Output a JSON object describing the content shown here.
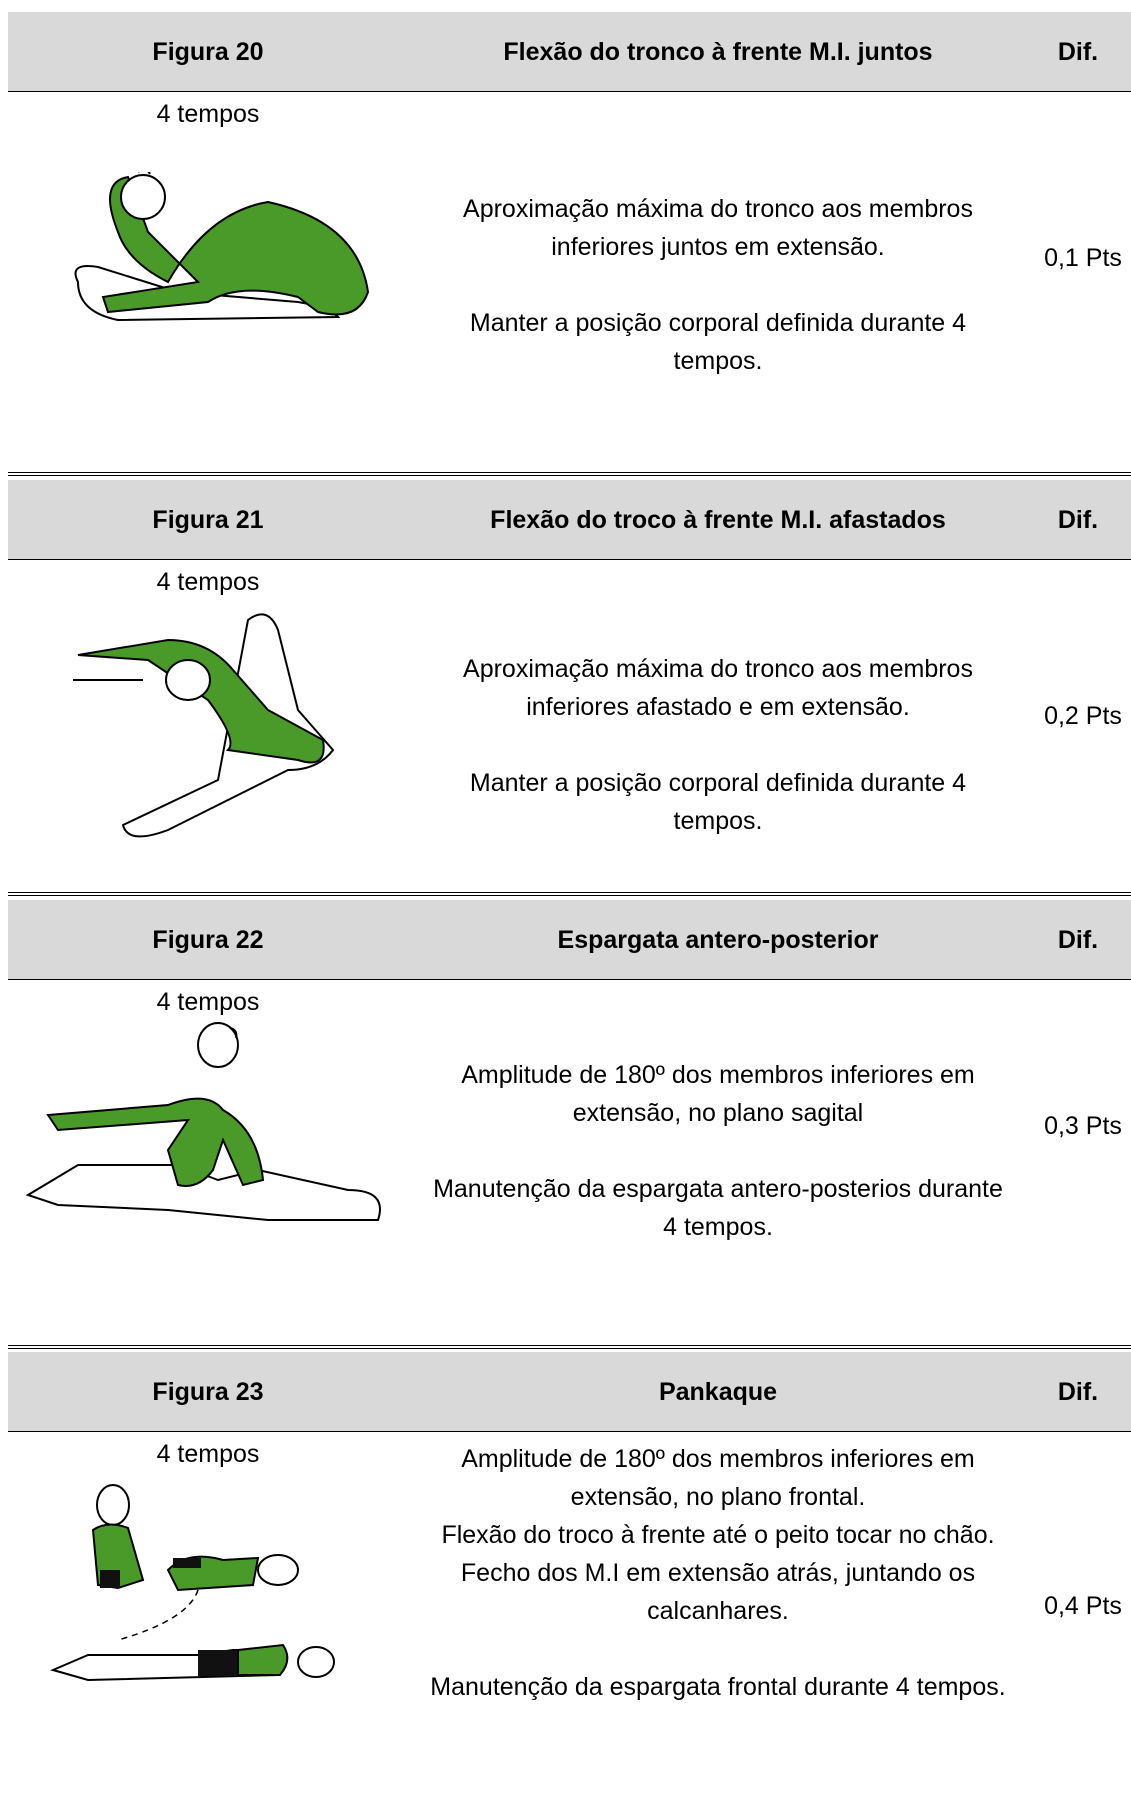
{
  "rows": [
    {
      "figure": "Figura 20",
      "title": "Flexão do tronco à frente M.I. juntos",
      "dif_label": "Dif.",
      "tempos": "4 tempos",
      "description": [
        "Aproximação máxima do tronco aos membros inferiores juntos em extensão.",
        "",
        "Manter a posição corporal definida durante 4 tempos."
      ],
      "points": "0,1 Pts"
    },
    {
      "figure": "Figura 21",
      "title": "Flexão do troco à frente M.I. afastados",
      "dif_label": "Dif.",
      "tempos": "4 tempos",
      "description": [
        "Aproximação máxima do tronco aos membros inferiores afastado e em extensão.",
        "",
        "Manter a posição corporal definida durante 4 tempos."
      ],
      "points": "0,2 Pts"
    },
    {
      "figure": "Figura 22",
      "title": "Espargata antero-posterior",
      "dif_label": "Dif.",
      "tempos": "4 tempos",
      "description": [
        "Amplitude de 180º dos membros inferiores em extensão, no plano sagital",
        "",
        "Manutenção da espargata antero-posterios durante 4 tempos."
      ],
      "points": "0,3 Pts"
    },
    {
      "figure": "Figura 23",
      "title": "Pankaque",
      "dif_label": "Dif.",
      "tempos": "4 tempos",
      "description": [
        "Amplitude de 180º dos membros inferiores em extensão, no plano frontal.",
        "Flexão do troco à frente até o peito tocar no chão.",
        "Fecho dos M.I em extensão  atrás, juntando os calcanhares.",
        "",
        "Manutenção da espargata frontal durante 4 tempos."
      ],
      "points": "0,4 Pts"
    }
  ],
  "colors": {
    "header_bg": "#d9d9d9",
    "leotard_green": "#4a9a2a"
  }
}
